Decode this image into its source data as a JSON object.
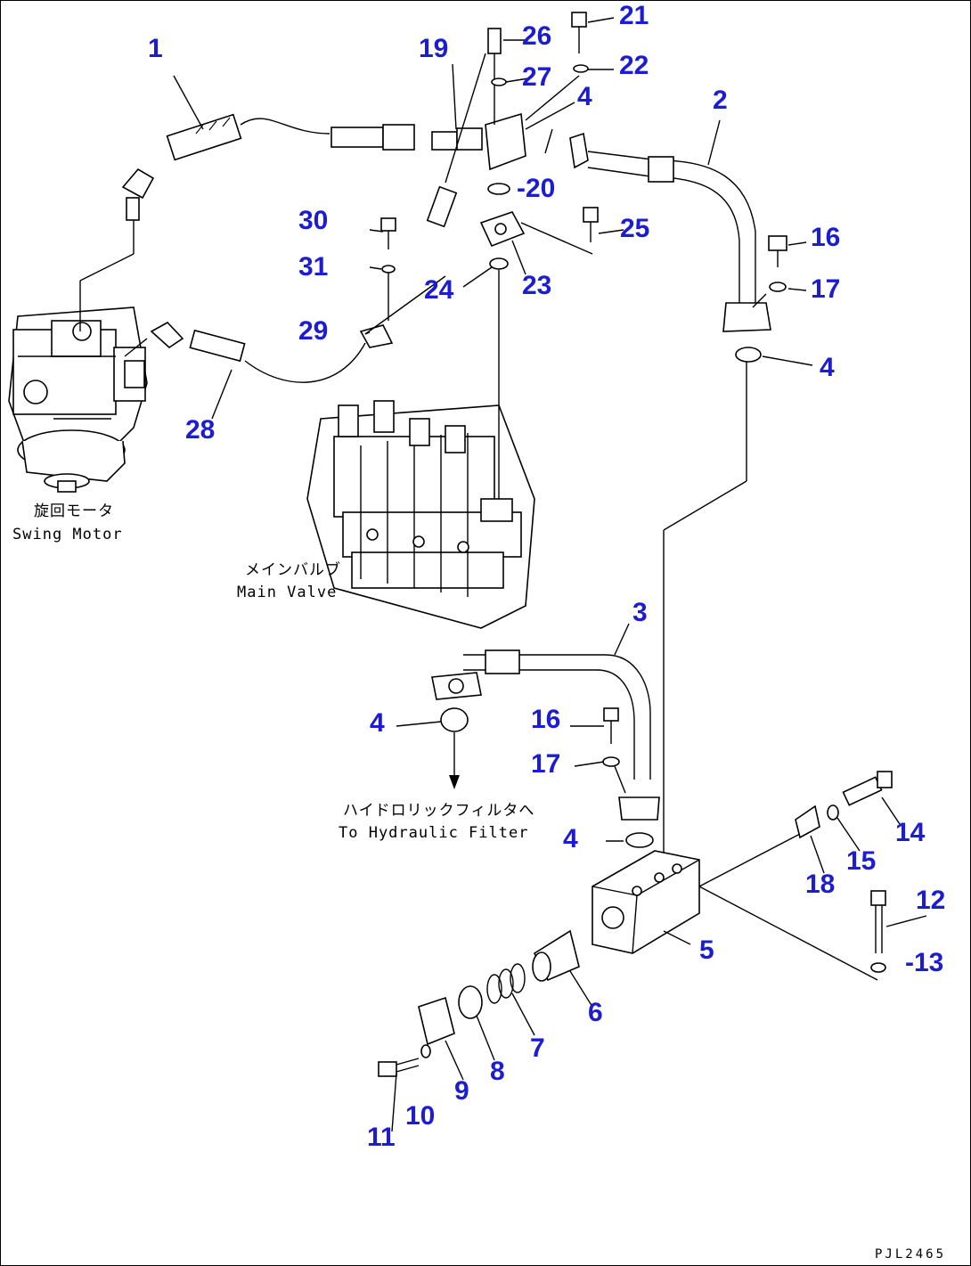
{
  "callouts": {
    "c1": "1",
    "c2": "2",
    "c3": "3",
    "c4a": "4",
    "c4b": "4",
    "c4c": "4",
    "c4d": "4",
    "c5": "5",
    "c6": "6",
    "c7": "7",
    "c8": "8",
    "c9": "9",
    "c10": "10",
    "c11": "11",
    "c12": "12",
    "c13": "-13",
    "c14": "14",
    "c15": "15",
    "c16a": "16",
    "c16b": "16",
    "c17a": "17",
    "c17b": "17",
    "c18": "18",
    "c19": "19",
    "c20": "-20",
    "c21": "21",
    "c22": "22",
    "c23": "23",
    "c24": "24",
    "c25": "25",
    "c26": "26",
    "c27": "27",
    "c28": "28",
    "c29": "29",
    "c30": "30",
    "c31": "31"
  },
  "captions": {
    "swing_motor_jp": "旋回モータ",
    "swing_motor_en": "Swing Motor",
    "main_valve_jp": "メインバルブ",
    "main_valve_en": "Main Valve",
    "hydraulic_filter_jp": "ハイドロリックフィルタへ",
    "hydraulic_filter_en": "To Hydraulic Filter"
  },
  "drawing_number": "PJL2465",
  "colors": {
    "callout": "#1c1cd2",
    "line": "#000000",
    "background": "#ffffff"
  }
}
